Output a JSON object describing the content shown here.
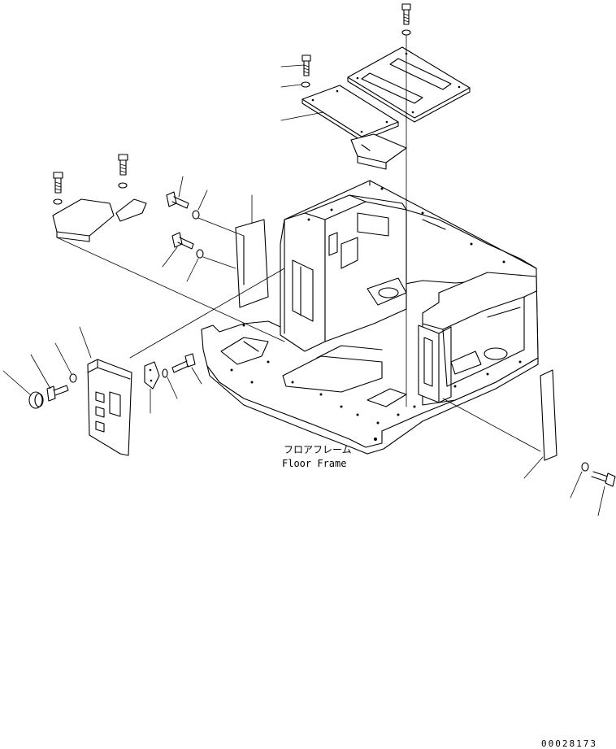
{
  "labels": {
    "part_name_jp": "フロアフレーム",
    "part_name_en": "Floor Frame"
  },
  "drawing_number": "00028173"
}
